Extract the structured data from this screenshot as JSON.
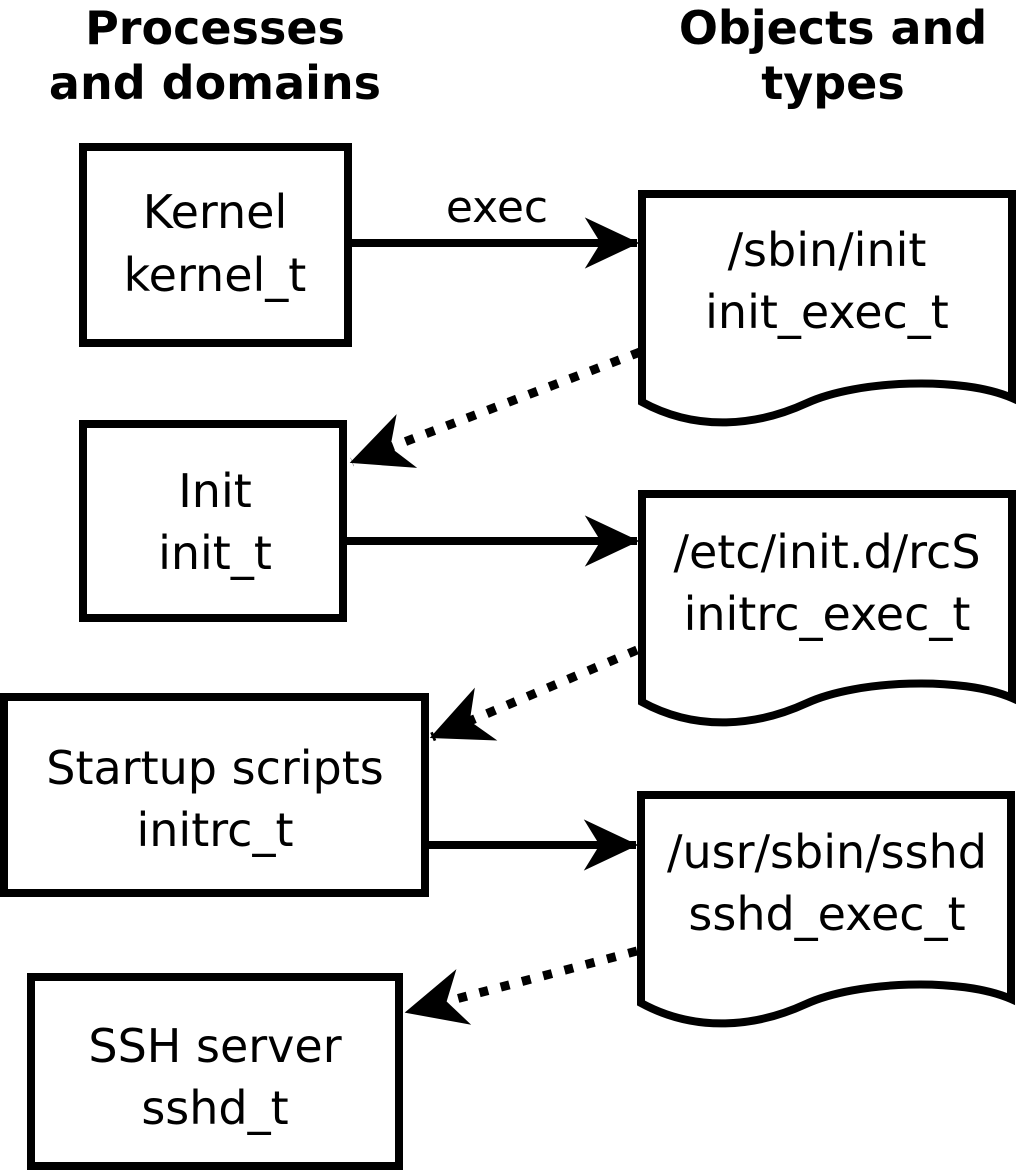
{
  "diagram": {
    "background_color": "#ffffff",
    "line_color": "#000000",
    "headers": {
      "left": {
        "line1": "Processes",
        "line2": "and domains"
      },
      "right": {
        "line1": "Objects and",
        "line2": "types"
      }
    },
    "processes": [
      {
        "name": "Kernel",
        "domain": "kernel_t"
      },
      {
        "name": "Init",
        "domain": "init_t"
      },
      {
        "name": "Startup scripts",
        "domain": "initrc_t"
      },
      {
        "name": "SSH server",
        "domain": "sshd_t"
      }
    ],
    "objects": [
      {
        "path": "/sbin/init",
        "type": "init_exec_t"
      },
      {
        "path": "/etc/init.d/rcS",
        "type": "initrc_exec_t"
      },
      {
        "path": "/usr/sbin/sshd",
        "type": "sshd_exec_t"
      }
    ],
    "exec_arrow_label": "exec"
  }
}
